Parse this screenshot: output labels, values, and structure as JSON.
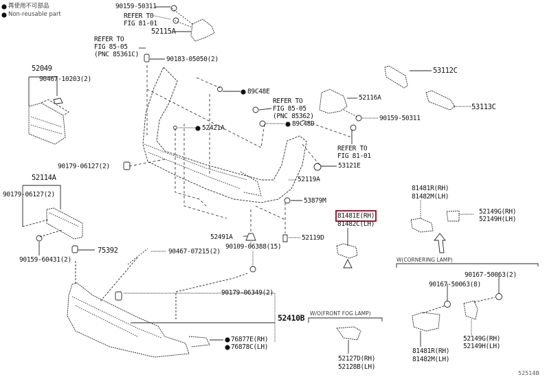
{
  "legend": {
    "jp": "再使用不可部品",
    "en": "Non-reusable part"
  },
  "diagram_code": "52514B",
  "highlighted_part": "81481E(RH)",
  "highlight_color": "#9b1b3c",
  "labels": {
    "p90159_50311_top": "90159-50311",
    "refer_fig81_01_top": "REFER TO\nFIG 81-01",
    "p52115A": "52115A",
    "refer_fig85_05_left": "REFER TO\nFIG 85-05\n(PNC 85361C)",
    "p90183_05050": "90183-05050(2)",
    "p52049": "52049",
    "p90467_10203": "90467-10203(2)",
    "p89C48E": "89C48E",
    "refer_fig85_05_right": "REFER TO\nFIG 85-05\n(PNC 85362)",
    "p52116A": "52116A",
    "p90159_50311_right": "90159-50311",
    "p89C48D": "89C48D",
    "p52421A": "52421A",
    "refer_fig81_01_right": "REFER TO\nFIG 81-01",
    "p90179_06127_mid": "90179-06127(2)",
    "p53121E": "53121E",
    "p52119A": "52119A",
    "p52114A": "52114A",
    "p90179_06127_left": "90179-06127(2)",
    "p53879M": "53879M",
    "p53112C": "53112C",
    "p53113C": "53113C",
    "p81481E": "81481E(RH)",
    "p81482C": "81482C(LH)",
    "p52491A": "52491A",
    "p52119D": "52119D",
    "p90109_06388": "90109-06388(15)",
    "p75392": "75392",
    "p90159_60431": "90159-60431(2)",
    "p90467_07215": "90467-07215(2)",
    "p90179_06349": "90179-06349(2)",
    "p52410B": "52410B",
    "p76877E": "76877E(RH)",
    "p76878C": "76878C(LH)",
    "cond_fog": "W/O(FRONT FOG LAMP)",
    "p52127D": "52127D(RH)",
    "p52128B": "52128B(LH)",
    "p81481R_top": "81481R(RH)",
    "p81482M_top": "81482M(LH)",
    "p52149G_top": "52149G(RH)",
    "p52149H_top": "52149H(LH)",
    "cond_cornering": "W(CORNERING LAMP)",
    "p90167_50063_8": "90167-50063(8)",
    "p90167_50063_2": "90167-50063(2)",
    "p81481R_bot": "81481R(RH)",
    "p81482M_bot": "81482M(LH)",
    "p52149G_bot": "52149G(RH)",
    "p52149H_bot": "52149H(LH)"
  }
}
